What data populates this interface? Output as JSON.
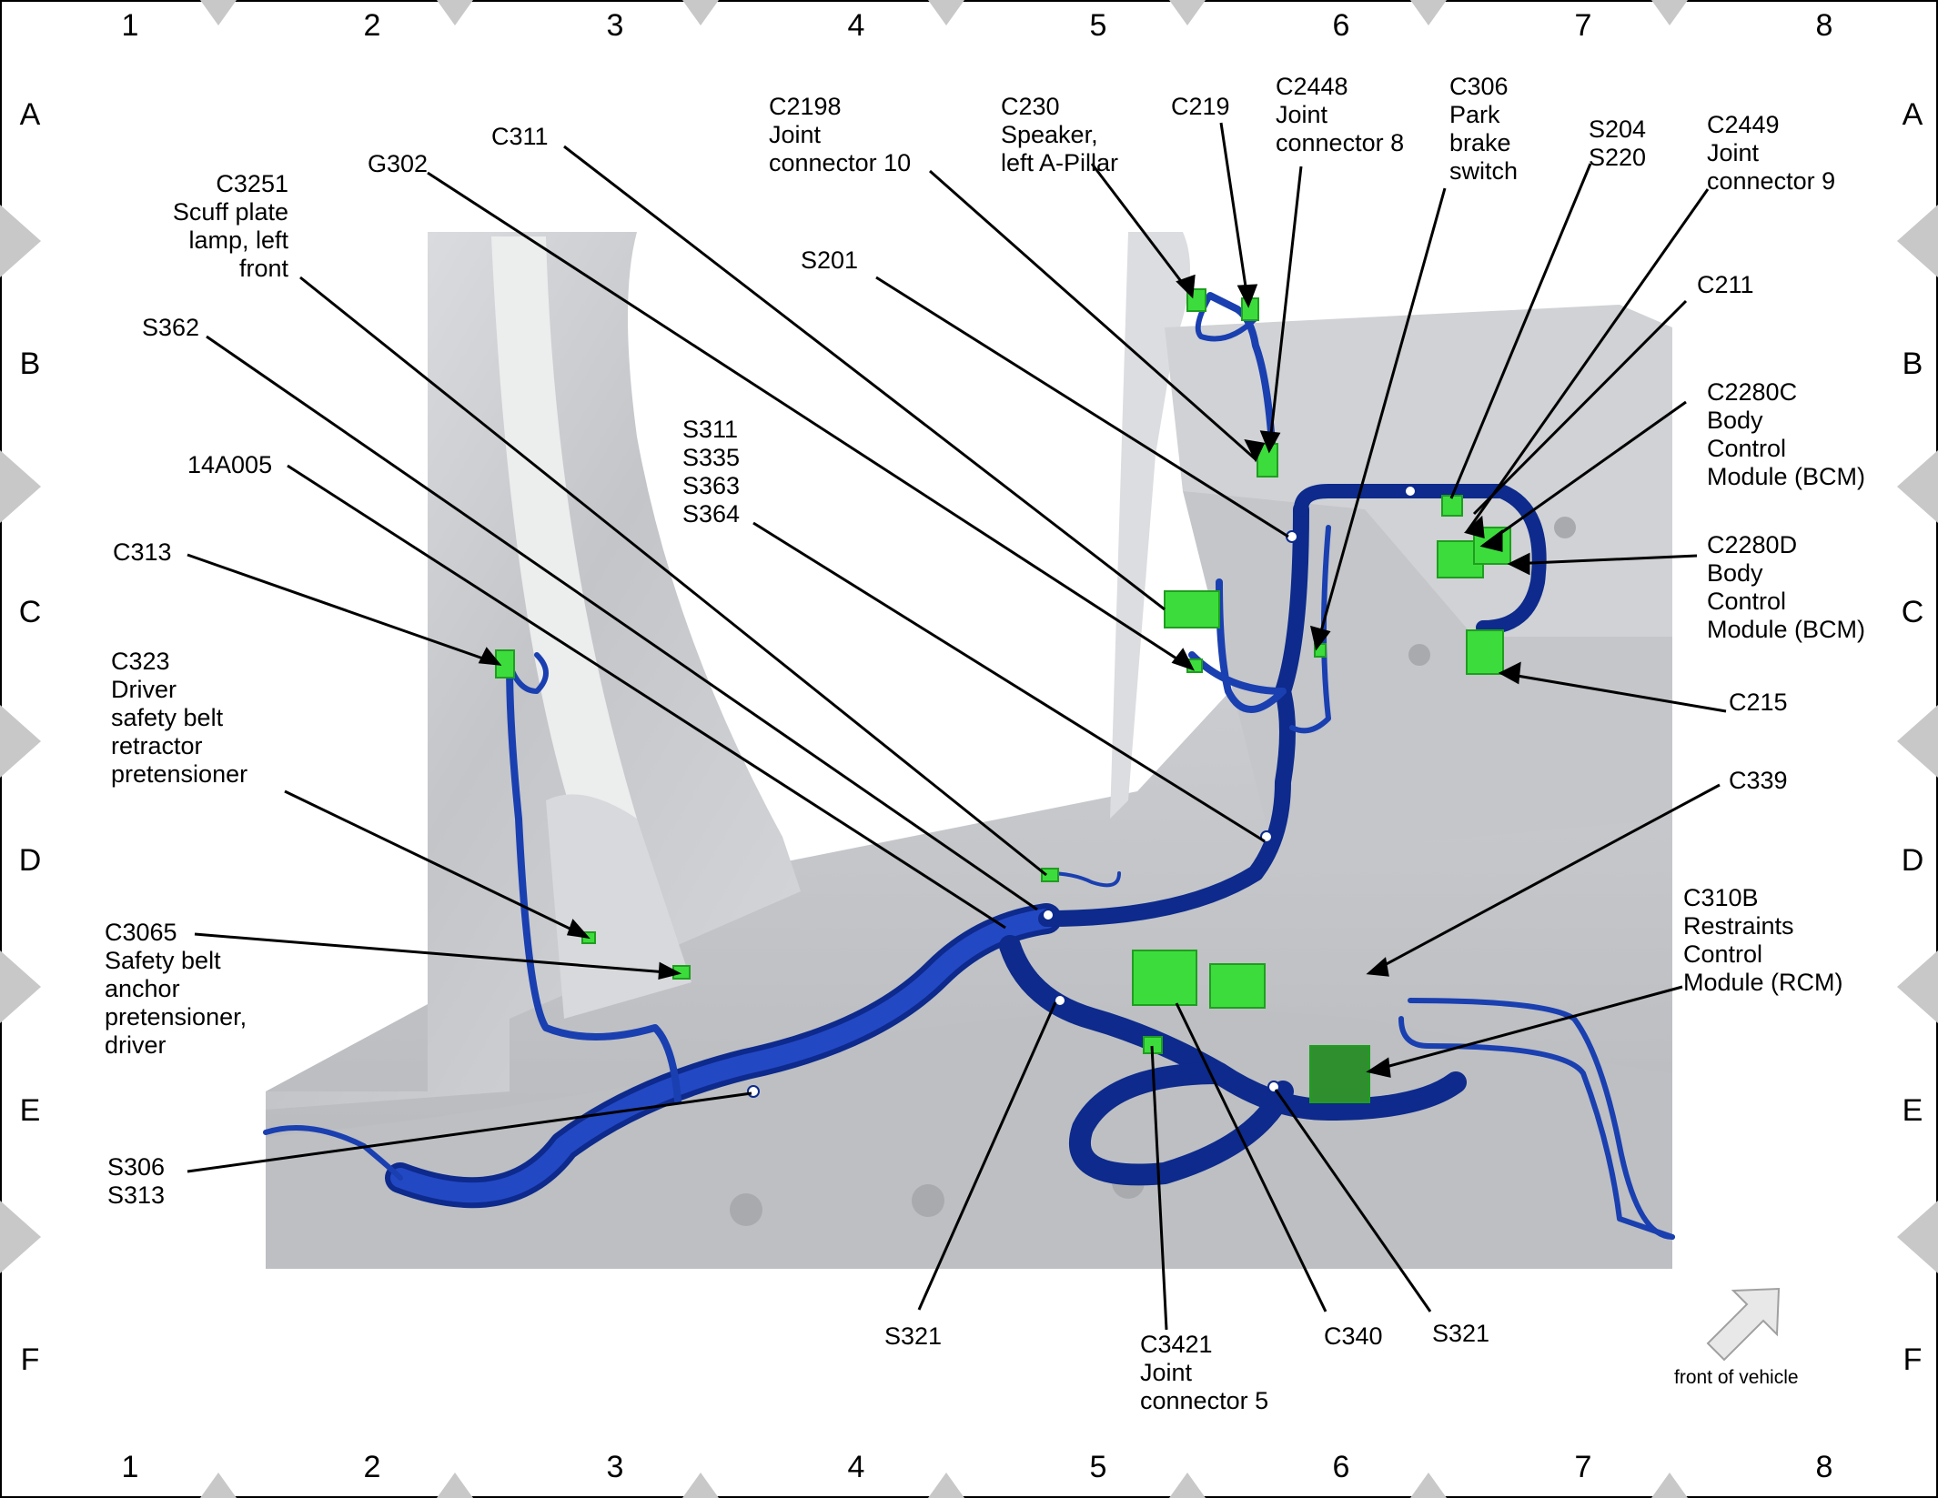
{
  "grid": {
    "columns": [
      "1",
      "2",
      "3",
      "4",
      "5",
      "6",
      "7",
      "8"
    ],
    "rows": [
      "A",
      "B",
      "C",
      "D",
      "E",
      "F"
    ]
  },
  "callouts": {
    "c2198": "C2198\nJoint\nconnector 10",
    "c230": "C230\nSpeaker,\nleft A-Pillar",
    "c219": "C219",
    "c2448": "C2448\nJoint\nconnector 8",
    "c306": "C306\nPark\nbrake\nswitch",
    "s204": "S204\nS220",
    "c2449": "C2449\nJoint\nconnector 9",
    "c311": "C311",
    "g302": "G302",
    "c3251": "C3251\nScuff plate\nlamp, left\nfront",
    "s201": "S201",
    "c211": "C211",
    "s362": "S362",
    "c2280c": "C2280C\nBody\nControl\nModule (BCM)",
    "s311": "S311\nS335\nS363\nS364",
    "a14a005": "14A005",
    "c2280d": "C2280D\nBody\nControl\nModule (BCM)",
    "c313": "C313",
    "c215": "C215",
    "c323": "C323\nDriver\nsafety belt\nretractor\npretensioner",
    "c339": "C339",
    "c310b": "C310B\nRestraints\nControl\nModule (RCM)",
    "c3065": "C3065\nSafety belt\nanchor\npretensioner,\ndriver",
    "s306": "S306\nS313",
    "s321_left": "S321",
    "c3421": "C3421\nJoint\nconnector 5",
    "c340": "C340",
    "s321_right": "S321"
  },
  "front_label": "front of vehicle",
  "colors": {
    "harness": "#1a3fb0",
    "harness_dark": "#0d2a8c",
    "connector": "#3ddc3d",
    "body_panel": "#c9cbcf",
    "border_triangle": "#c0c0c0"
  },
  "icons": [
    "arrow-front-of-vehicle-icon"
  ]
}
